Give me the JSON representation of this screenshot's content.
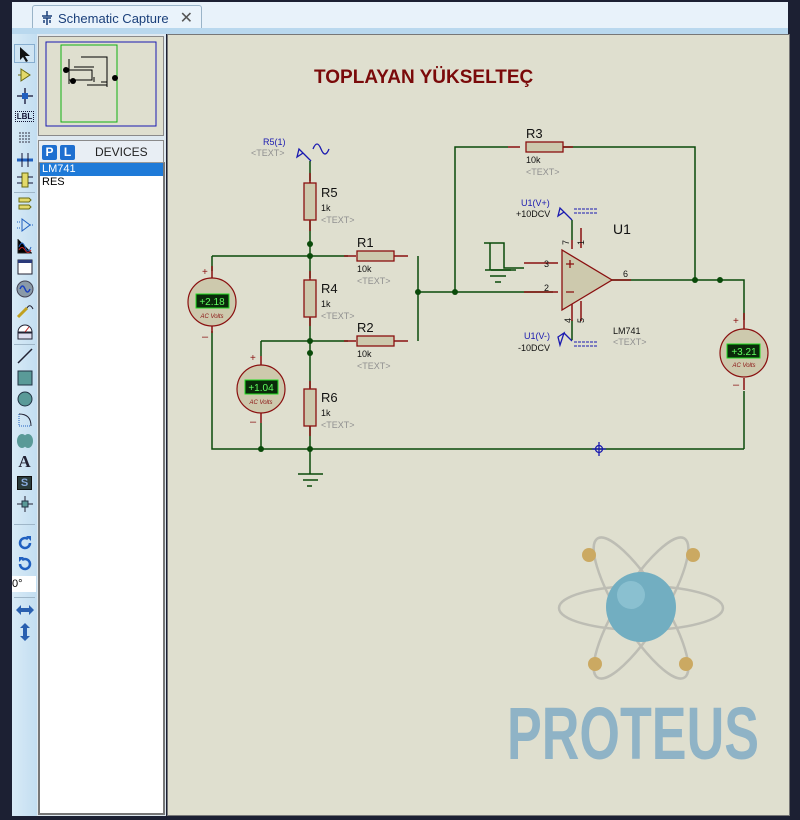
{
  "window": {
    "tab_label": "Schematic Capture",
    "tab_icon": "schematic-icon",
    "close_icon": "close-icon"
  },
  "toolbar": {
    "tools": [
      {
        "name": "selection-mode",
        "icon": "arrow-icon"
      },
      {
        "name": "component-mode",
        "icon": "component-icon"
      },
      {
        "name": "junction-dot-mode",
        "icon": "junction-icon"
      },
      {
        "name": "wire-label-mode",
        "icon": "label-icon",
        "text": "LBL"
      },
      {
        "name": "text-script-mode",
        "icon": "script-icon"
      },
      {
        "name": "buses-mode",
        "icon": "bus-icon"
      },
      {
        "name": "subcircuit-mode",
        "icon": "subcircuit-icon"
      },
      {
        "name": "terminals-mode",
        "icon": "terminal-icon"
      },
      {
        "name": "device-pins-mode",
        "icon": "pin-icon"
      },
      {
        "name": "graph-mode",
        "icon": "graph-icon"
      },
      {
        "name": "tape-recorder-mode",
        "icon": "tape-icon"
      },
      {
        "name": "generator-mode",
        "icon": "generator-icon"
      },
      {
        "name": "voltage-probe-mode",
        "icon": "probe-icon"
      },
      {
        "name": "virtual-instruments-mode",
        "icon": "instrument-icon"
      },
      {
        "name": "2d-line-mode",
        "icon": "line-icon"
      },
      {
        "name": "2d-box-mode",
        "icon": "box-icon"
      },
      {
        "name": "2d-circle-mode",
        "icon": "circle-icon"
      },
      {
        "name": "2d-arc-mode",
        "icon": "arc-icon"
      },
      {
        "name": "2d-path-mode",
        "icon": "path-icon"
      },
      {
        "name": "2d-text-mode",
        "icon": "text-icon",
        "text": "A"
      },
      {
        "name": "2d-symbol-mode",
        "icon": "symbol-icon",
        "text": "S"
      },
      {
        "name": "2d-marker-mode",
        "icon": "marker-icon"
      },
      {
        "name": "rotate-clockwise",
        "icon": "rotate-cw-icon"
      },
      {
        "name": "rotate-anticlockwise",
        "icon": "rotate-ccw-icon"
      },
      {
        "name": "mirror-horizontal",
        "icon": "flip-horizontal-icon"
      },
      {
        "name": "mirror-vertical",
        "icon": "flip-vertical-icon"
      }
    ],
    "rotation_angle": "0°"
  },
  "devices": {
    "p_label": "P",
    "l_label": "L",
    "title": "DEVICES",
    "items": [
      {
        "label": "LM741",
        "selected": true
      },
      {
        "label": "RES",
        "selected": false
      }
    ]
  },
  "schematic": {
    "title": "TOPLAYAN YÜKSELTEÇ",
    "title_color": "#7a0a0a",
    "wire_color": "#0a4a0a",
    "component_color": "#8a1010",
    "resistors": [
      {
        "ref": "R5",
        "value": "1k",
        "text": "<TEXT>"
      },
      {
        "ref": "R1",
        "value": "10k",
        "text": "<TEXT>"
      },
      {
        "ref": "R4",
        "value": "1k",
        "text": "<TEXT>"
      },
      {
        "ref": "R2",
        "value": "10k",
        "text": "<TEXT>"
      },
      {
        "ref": "R6",
        "value": "1k",
        "text": "<TEXT>"
      },
      {
        "ref": "R3",
        "value": "10k",
        "text": "<TEXT>"
      }
    ],
    "generator": {
      "label": "R5(1)",
      "text": "<TEXT>"
    },
    "opamp": {
      "ref": "U1",
      "part": "LM741",
      "text": "<TEXT>",
      "pins": {
        "in_plus": "3",
        "in_minus": "2",
        "out": "6",
        "vplus": "7",
        "vplus2": "1",
        "vminus": "4",
        "vminus2": "5"
      }
    },
    "supplies": [
      {
        "label": "U1(V+)",
        "value": "+10DCV"
      },
      {
        "label": "U1(V-)",
        "value": "-10DCV"
      }
    ],
    "voltmeters": [
      {
        "reading": "+2.18",
        "unit": "AC Volts"
      },
      {
        "reading": "+1.04",
        "unit": "AC Volts"
      },
      {
        "reading": "+3.21",
        "unit": "AC Volts"
      }
    ],
    "watermark": "PROTEUS",
    "watermark_color": "#8fb3c6"
  }
}
